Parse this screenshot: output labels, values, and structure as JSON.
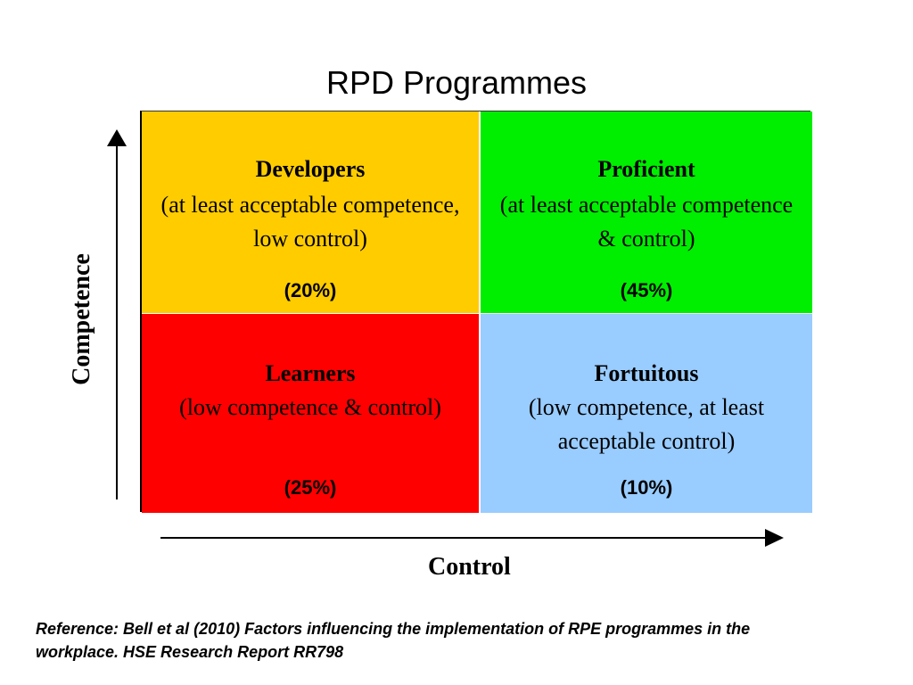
{
  "title": "RPD Programmes",
  "y_axis_label": "Competence",
  "x_axis_label": "Control",
  "quadrants": [
    {
      "name": "Developers",
      "description": "(at least acceptable competence, low control)",
      "percent": "(20%)",
      "color": "#ffcc00"
    },
    {
      "name": "Proficient",
      "description": "(at least acceptable competence & control)",
      "percent": "(45%)",
      "color": "#00ee00"
    },
    {
      "name": "Learners",
      "description": "(low competence & control)",
      "percent": "(25%)",
      "color": "#ff0000"
    },
    {
      "name": "Fortuitous",
      "description": "(low competence, at least acceptable control)",
      "percent": "(10%)",
      "color": "#99ccff"
    }
  ],
  "reference": "Reference: Bell et al (2010) Factors influencing the implementation of RPE programmes in the workplace. HSE Research Report RR798"
}
